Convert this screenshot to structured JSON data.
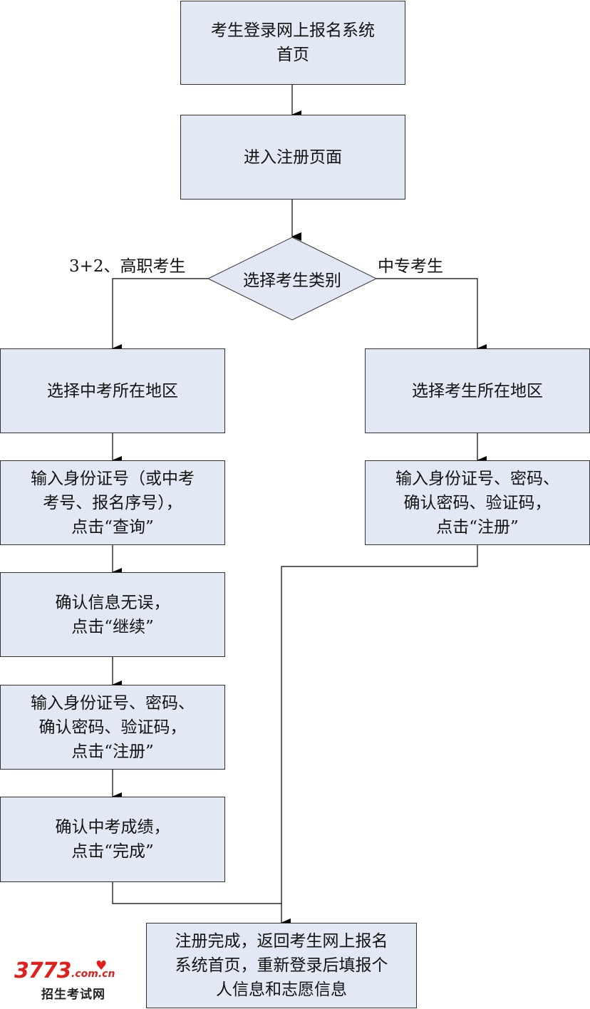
{
  "nodes": {
    "start": [
      "考生登录网上报名系统",
      "首页"
    ],
    "register_page": [
      "进入注册页面"
    ],
    "choose_type": "选择考生类别",
    "left_region": [
      "选择中考所在地区"
    ],
    "left_input_id": [
      "输入身份证号（或中考",
      "考号、报名序号），",
      "点击“查询”"
    ],
    "left_confirm_info": [
      "确认信息无误，",
      "点击“继续”"
    ],
    "left_password": [
      "输入身份证号、密码、",
      "确认密码、验证码，",
      "点击“注册”"
    ],
    "left_confirm_score": [
      "确认中考成绩，",
      "点击“完成”"
    ],
    "right_region": [
      "选择考生所在地区"
    ],
    "right_password": [
      "输入身份证号、密码、",
      "确认密码、验证码，",
      "点击“注册”"
    ],
    "finish": [
      "注册完成，返回考生网上报名",
      "系统首页，重新登录后填报个",
      "人信息和志愿信息"
    ]
  },
  "branch_labels": {
    "left": "3+2、高职考生",
    "right": "中专考生"
  },
  "logo": {
    "number": "3773",
    "domain": ".com.cn",
    "subtitle": "招生考试网"
  },
  "colors": {
    "box_fill": "#e3e9f4",
    "line": "#000000",
    "logo_red": "#e0201c"
  }
}
